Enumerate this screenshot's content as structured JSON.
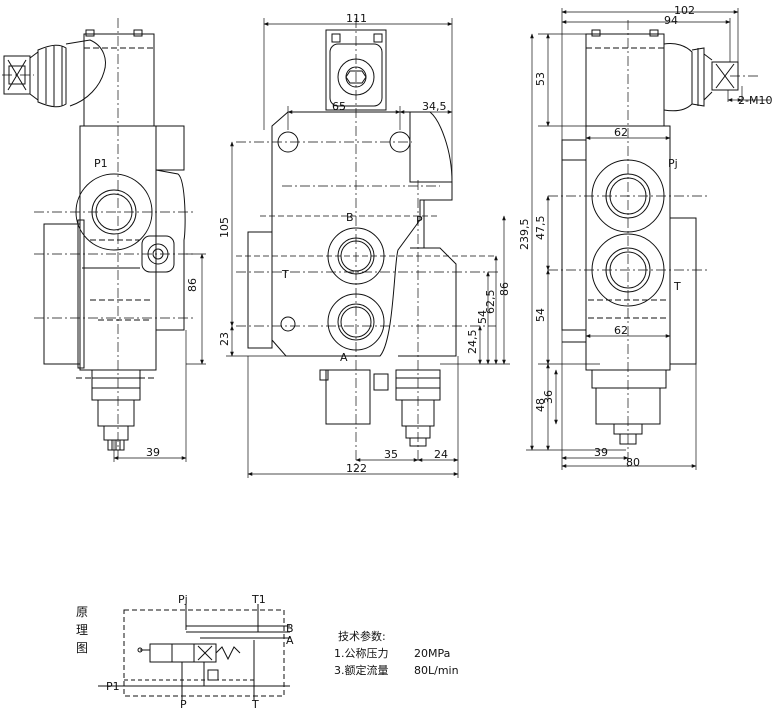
{
  "views": {
    "left": {
      "port_p1": "P1",
      "dim_86": "86",
      "dim_39": "39"
    },
    "front": {
      "dim_111": "111",
      "dim_65": "65",
      "dim_34_5": "34,5",
      "dim_105": "105",
      "dim_23": "23",
      "dim_24_5": "24,5",
      "dim_54": "54",
      "dim_62_5": "62,5",
      "dim_86": "86",
      "dim_35": "35",
      "dim_24": "24",
      "dim_122": "122",
      "port_b": "B",
      "port_p": "P",
      "port_t": "T",
      "port_a": "A"
    },
    "right": {
      "dim_102": "102",
      "dim_94": "94",
      "dim_53": "53",
      "thread": "2-M10",
      "dim_62_top": "62",
      "port_pj": "Pj",
      "dim_239_5": "239,5",
      "dim_47_5": "47,5",
      "port_t": "T",
      "dim_54": "54",
      "dim_62_bottom": "62",
      "dim_36": "36",
      "dim_48": "48",
      "dim_39": "39",
      "dim_80": "80"
    }
  },
  "schematic": {
    "title_lines": [
      "原",
      "理",
      "图"
    ],
    "port_pj": "Pj",
    "port_t1": "T1",
    "port_b": "B",
    "port_a": "A",
    "port_p1": "P1",
    "port_p": "P",
    "port_t": "T"
  },
  "specs": {
    "heading": "技术参数:",
    "items": [
      {
        "label": "1.公称压力",
        "value": "20MPa"
      },
      {
        "label": "3.额定流量",
        "value": "80L/min"
      }
    ]
  }
}
